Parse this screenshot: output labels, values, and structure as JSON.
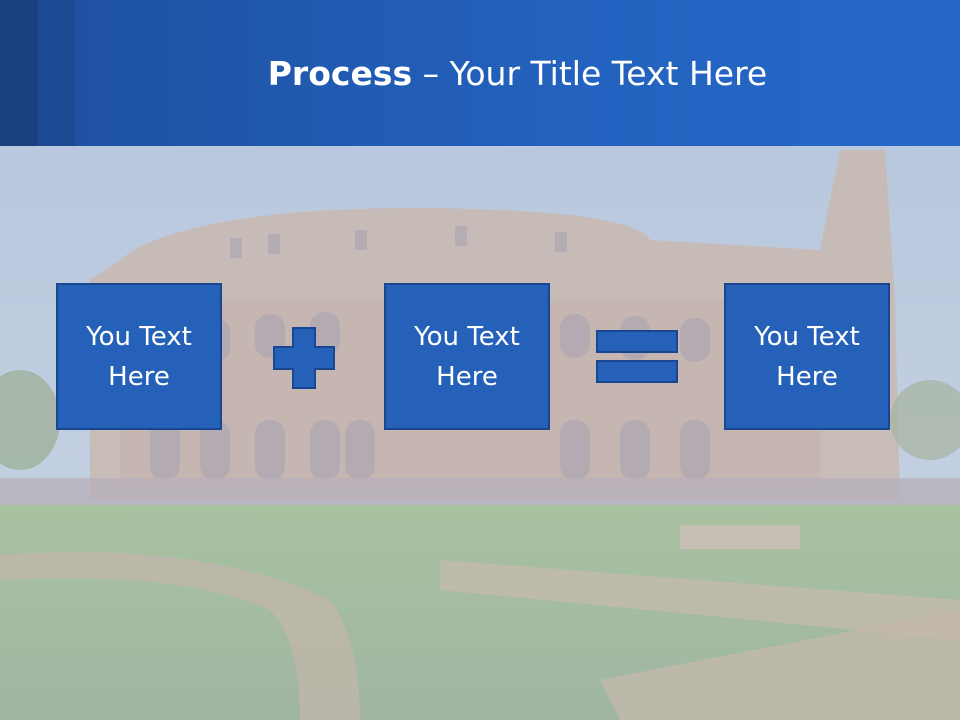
{
  "slide": {
    "title_bold": "Process",
    "title_rest": " – Your Title Text Here",
    "boxes": [
      {
        "text": "You Text Here"
      },
      {
        "text": "You Text Here"
      },
      {
        "text": "You Text Here"
      }
    ],
    "operators": [
      "plus-icon",
      "equals-icon"
    ],
    "colors": {
      "header_blue": "#2362bf",
      "box_fill": "#2560b9",
      "box_border": "#1a4690",
      "text": "#ffffff"
    }
  }
}
